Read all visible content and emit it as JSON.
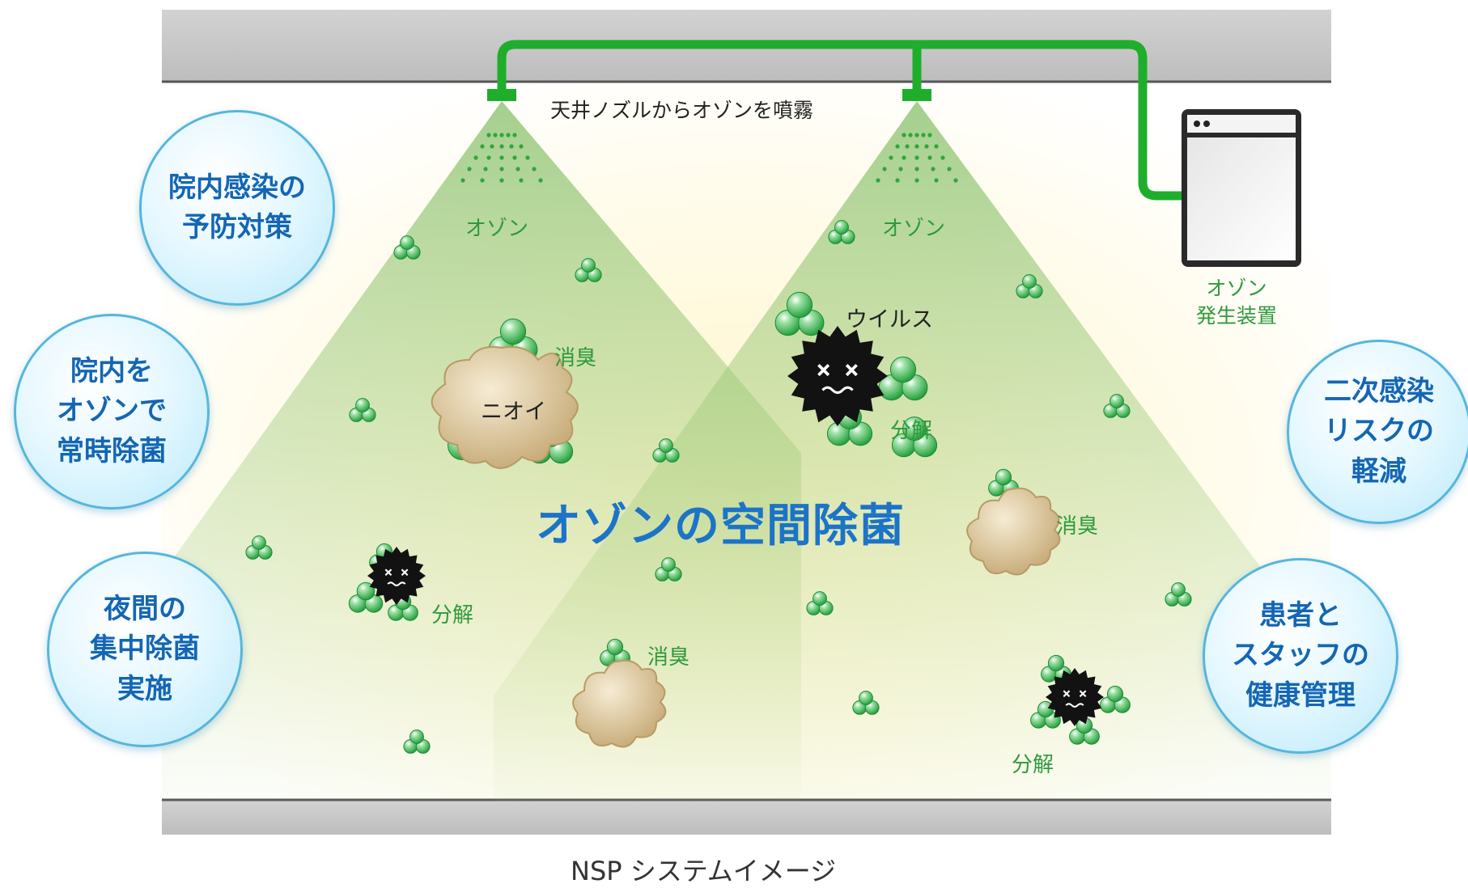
{
  "nozzle_caption": "天井ノズルからオゾンを噴霧",
  "ozone_label_left": "オゾン",
  "ozone_label_right": "オゾン",
  "generator_label": "オゾン\n発生装置",
  "virus_label": "ウイルス",
  "odor_label": "ニオイ",
  "center_title": "オゾンの空間除菌",
  "effects": {
    "deodorize_1": "消臭",
    "deodorize_2": "消臭",
    "deodorize_3": "消臭",
    "decompose_1": "分解",
    "decompose_2": "分解",
    "decompose_3": "分解"
  },
  "bubbles": {
    "left_1": "院内感染の\n予防対策",
    "left_2": "院内を\nオゾンで\n常時除菌",
    "left_3": "夜間の\n集中除菌\n実施",
    "right_1": "二次感染\nリスクの\n軽減",
    "right_2": "患者と\nスタッフの\n健康管理"
  },
  "footer_caption": "NSP システムイメージ",
  "colors": {
    "pipe": "#1fae2c",
    "ozone": "#3dbb55",
    "title": "#1c74c8",
    "bubble_text": "#1466b4",
    "virus": "#111111",
    "odor": "#d8c6a0"
  }
}
